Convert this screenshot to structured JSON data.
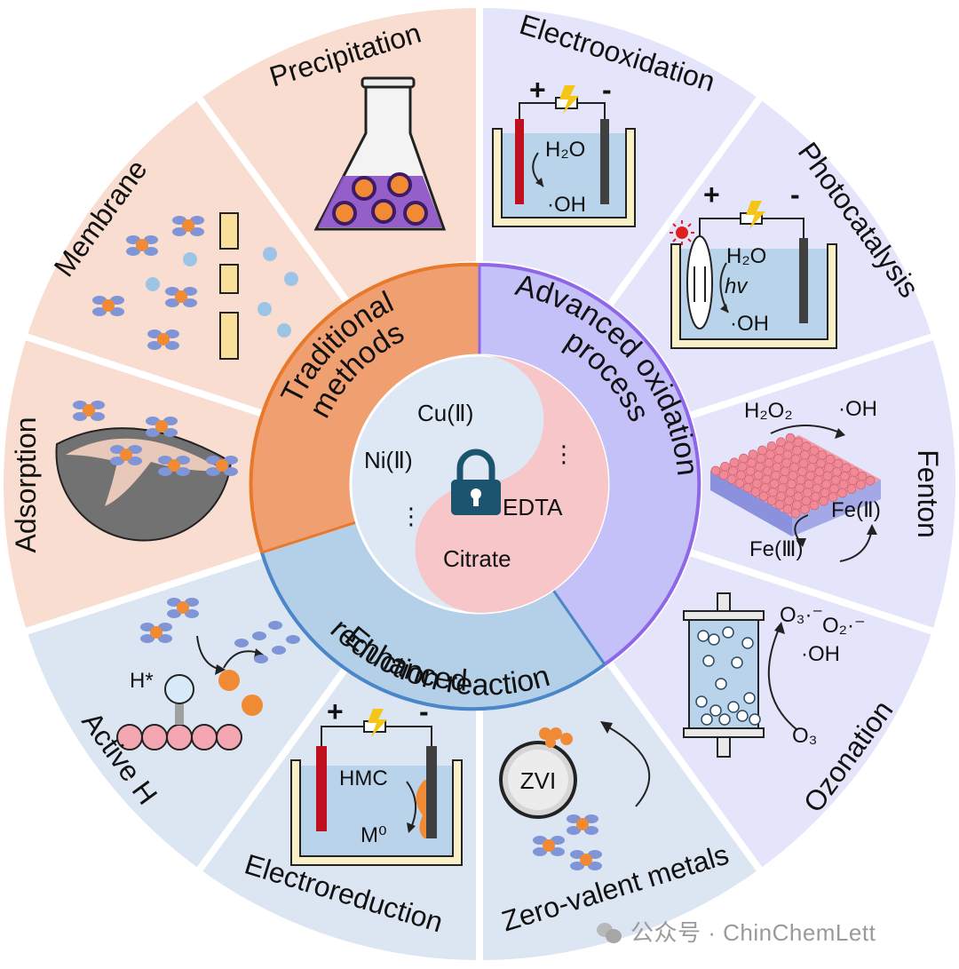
{
  "center": {
    "metals": [
      "Cu(Ⅱ)",
      "Ni(Ⅱ)"
    ],
    "ligands": [
      "EDTA",
      "Citrate"
    ],
    "ellipsis": "⋮",
    "lock_icon": "padlock-icon"
  },
  "categories": {
    "traditional": [
      "Traditional",
      "methods"
    ],
    "advanced": [
      "Advanced oxidation",
      "process"
    ],
    "enhanced": [
      "Enhanced",
      "reduction reaction"
    ]
  },
  "methods": {
    "precipitation": "Precipitation",
    "electrooxidation": "Electrooxidation",
    "photocatalysis": "Photocatalysis",
    "fenton": "Fenton",
    "ozonation": "Ozonation",
    "zero_valent": "Zero-valent metals",
    "electroreduction": "Electroreduction",
    "active_h": "Active H",
    "adsorption": "Adsorption",
    "membrane": "Membrane"
  },
  "details": {
    "electrooxidation": {
      "plus": "+",
      "minus": "-",
      "reactant": "H₂O",
      "product": "·OH"
    },
    "photocatalysis": {
      "plus": "+",
      "minus": "-",
      "reactant": "H₂O",
      "light": "hv",
      "product": "·OH"
    },
    "fenton": {
      "reactant": "H₂O₂",
      "product": "·OH",
      "ion_a": "Fe(Ⅱ)",
      "ion_b": "Fe(Ⅲ)"
    },
    "ozonation": {
      "species_a": "O₃·⁻",
      "species_b": "O₂·⁻",
      "species_c": "·OH",
      "input": "O₃"
    },
    "zero_valent": {
      "particle": "ZVI"
    },
    "electroreduction": {
      "plus": "+",
      "minus": "-",
      "reactant": "HMC",
      "product": "M⁰"
    },
    "active_h": {
      "species": "H*"
    }
  },
  "watermark": {
    "text": "公众号 · ChinChemLett"
  },
  "colors": {
    "traditional_bg": "#f8ddd0",
    "traditional_ring": "#f0a070",
    "traditional_border": "#e8782a",
    "advanced_bg": "#e4e4fb",
    "advanced_ring": "#c4c0f8",
    "advanced_border": "#9066e8",
    "enhanced_bg": "#dce6f2",
    "enhanced_ring": "#b4cfe8",
    "enhanced_border": "#4a86c8",
    "particle_orange": "#f08a34",
    "particle_blue": "#7f95d8",
    "ion_blue": "#9cc4e6",
    "water_blue": "#b9d3ea"
  }
}
